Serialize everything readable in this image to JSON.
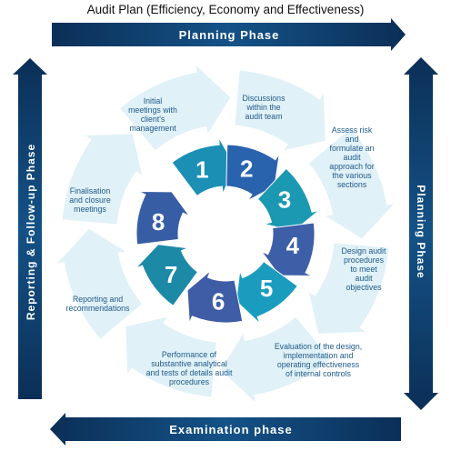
{
  "title": "Audit Plan (Efficiency, Economy and Effectiveness)",
  "phases": {
    "top": "Planning Phase",
    "right": "Planning Phase",
    "bottom": "Examination phase",
    "left": "Reporting & Follow-up Phase"
  },
  "steps": [
    {
      "number": "1",
      "label": [
        "Initial",
        "meetings with",
        "client's",
        "management"
      ],
      "color": "#1b8fb4"
    },
    {
      "number": "2",
      "label": [
        "Discussions",
        "within the",
        "audit team"
      ],
      "color": "#2a63ad"
    },
    {
      "number": "3",
      "label": [
        "Assess risk",
        "and",
        "formulate an",
        "audit",
        "approach for",
        "the various",
        "sections"
      ],
      "color": "#1b99b2"
    },
    {
      "number": "4",
      "label": [
        "Design audit",
        "procedures",
        "to meet",
        "audit",
        "objectives"
      ],
      "color": "#3d5fa8"
    },
    {
      "number": "5",
      "label": [
        "Evaluation of the design,",
        "implementation and",
        "operating effectiveness",
        "of internal controls"
      ],
      "color": "#1a9cbf"
    },
    {
      "number": "6",
      "label": [
        "Performance of",
        "substantive analytical",
        "and tests of details audit",
        "procedures"
      ],
      "color": "#3f5da6"
    },
    {
      "number": "7",
      "label": [
        "Reporting and",
        "recommendations"
      ],
      "color": "#1c8aa6"
    },
    {
      "number": "8",
      "label": [
        "Finalisation",
        "and closure",
        "meetings"
      ],
      "color": "#375ea5"
    }
  ],
  "colors": {
    "phase_arrow": "#0f3f6e",
    "phase_text": "#ffffff",
    "label_text": "#1f5a8a",
    "ghost_arrow": "#d6ecf4"
  }
}
